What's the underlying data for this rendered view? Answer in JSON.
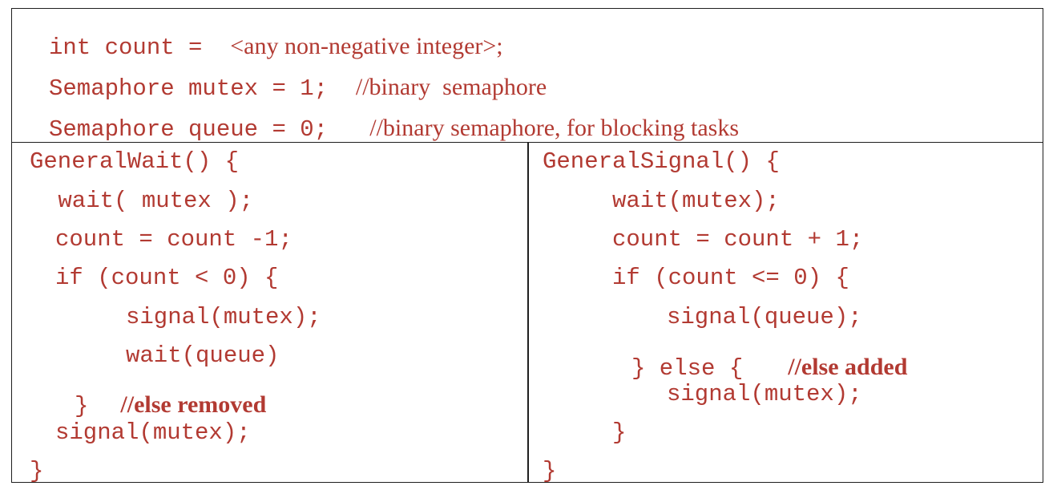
{
  "header": {
    "line1_code": "int count =  ",
    "line1_comment": "<any non-negative integer>;",
    "line2_code": "Semaphore mutex = 1;  ",
    "line2_comment": "//binary  semaphore",
    "line3_code": "Semaphore queue = 0;   ",
    "line3_comment": "//binary semaphore, for blocking tasks"
  },
  "wait_block": {
    "line1": "GeneralWait() {",
    "line2": " wait( mutex );",
    "line3": "count = count -1;",
    "line4": "if (count < 0) {",
    "line5": "signal(mutex);",
    "line6": "wait(queue)",
    "line7_brace": "}",
    "line7_comment": "//else removed",
    "line8": "signal(mutex);",
    "line9": "}"
  },
  "signal_block": {
    "line1": "GeneralSignal() {",
    "line2": "wait(mutex);",
    "line3": "count = count + 1;",
    "line4": "if (count <= 0) {",
    "line5": "signal(queue);",
    "line6_code": "} else {",
    "line6_comment": "//else added",
    "line7": "signal(mutex);",
    "line8": "}",
    "line9": "}"
  }
}
